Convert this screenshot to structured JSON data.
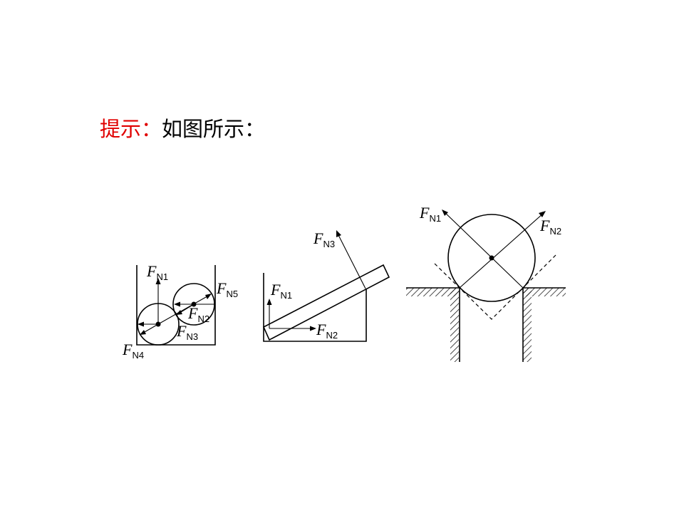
{
  "hint": {
    "label": "提示：",
    "text": "如图所示："
  },
  "diagrams": {
    "left": {
      "F": [
        "F",
        "F",
        "F",
        "F",
        "F"
      ],
      "subs": [
        "N1",
        "N5",
        "N2",
        "N3",
        "N4"
      ]
    },
    "middle": {
      "F": [
        "F",
        "F",
        "F"
      ],
      "subs": [
        "N3",
        "N1",
        "N2"
      ]
    },
    "right": {
      "F": [
        "F",
        "F"
      ],
      "subs": [
        "N1",
        "N2"
      ]
    }
  }
}
